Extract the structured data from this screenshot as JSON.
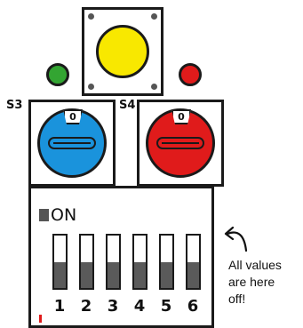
{
  "colors": {
    "push_button": "#f8e800",
    "led_left": "#33a532",
    "led_right": "#e01b1b",
    "s3_knob": "#1a93dc",
    "s4_knob": "#e01b1b",
    "dip_lever": "#5a5a5a"
  },
  "switches": {
    "s3": {
      "label": "S3",
      "position": "0"
    },
    "s4": {
      "label": "S4",
      "position": "0"
    }
  },
  "dip": {
    "on_label": "ON",
    "switches": [
      {
        "number": "1",
        "state": "off"
      },
      {
        "number": "2",
        "state": "off"
      },
      {
        "number": "3",
        "state": "off"
      },
      {
        "number": "4",
        "state": "off"
      },
      {
        "number": "5",
        "state": "off"
      },
      {
        "number": "6",
        "state": "off"
      }
    ]
  },
  "annotation": {
    "lines": [
      "All values",
      "are here",
      "off!"
    ],
    "icon": "curved-arrow-icon"
  }
}
